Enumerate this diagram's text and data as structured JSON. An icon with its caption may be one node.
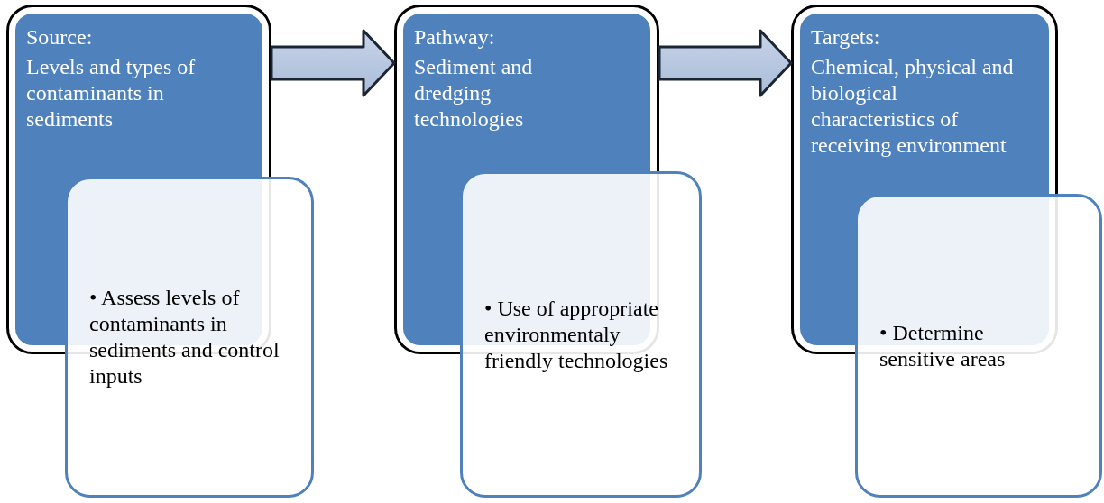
{
  "diagram": {
    "nodes": [
      {
        "text": [
          "Source:",
          "Levels and types of contaminants in sediments"
        ]
      },
      {
        "text": [
          "• Assess levels of contaminants in sediments and control inputs"
        ]
      },
      {
        "text": [
          "Pathway:",
          "Sediment and dredging technologies"
        ]
      },
      {
        "text": [
          "• Use of appropriate environmentaly friendly technologies"
        ]
      },
      {
        "text": [
          "Targets:",
          "Chemical, physical and biological characteristics of receiving environment"
        ]
      },
      {
        "text": [
          "• Determine sensitive areas"
        ]
      }
    ],
    "edges": [
      {
        "from": 0,
        "to": 2,
        "arrow": "to"
      },
      {
        "from": 2,
        "to": 4,
        "arrow": "to"
      }
    ]
  }
}
